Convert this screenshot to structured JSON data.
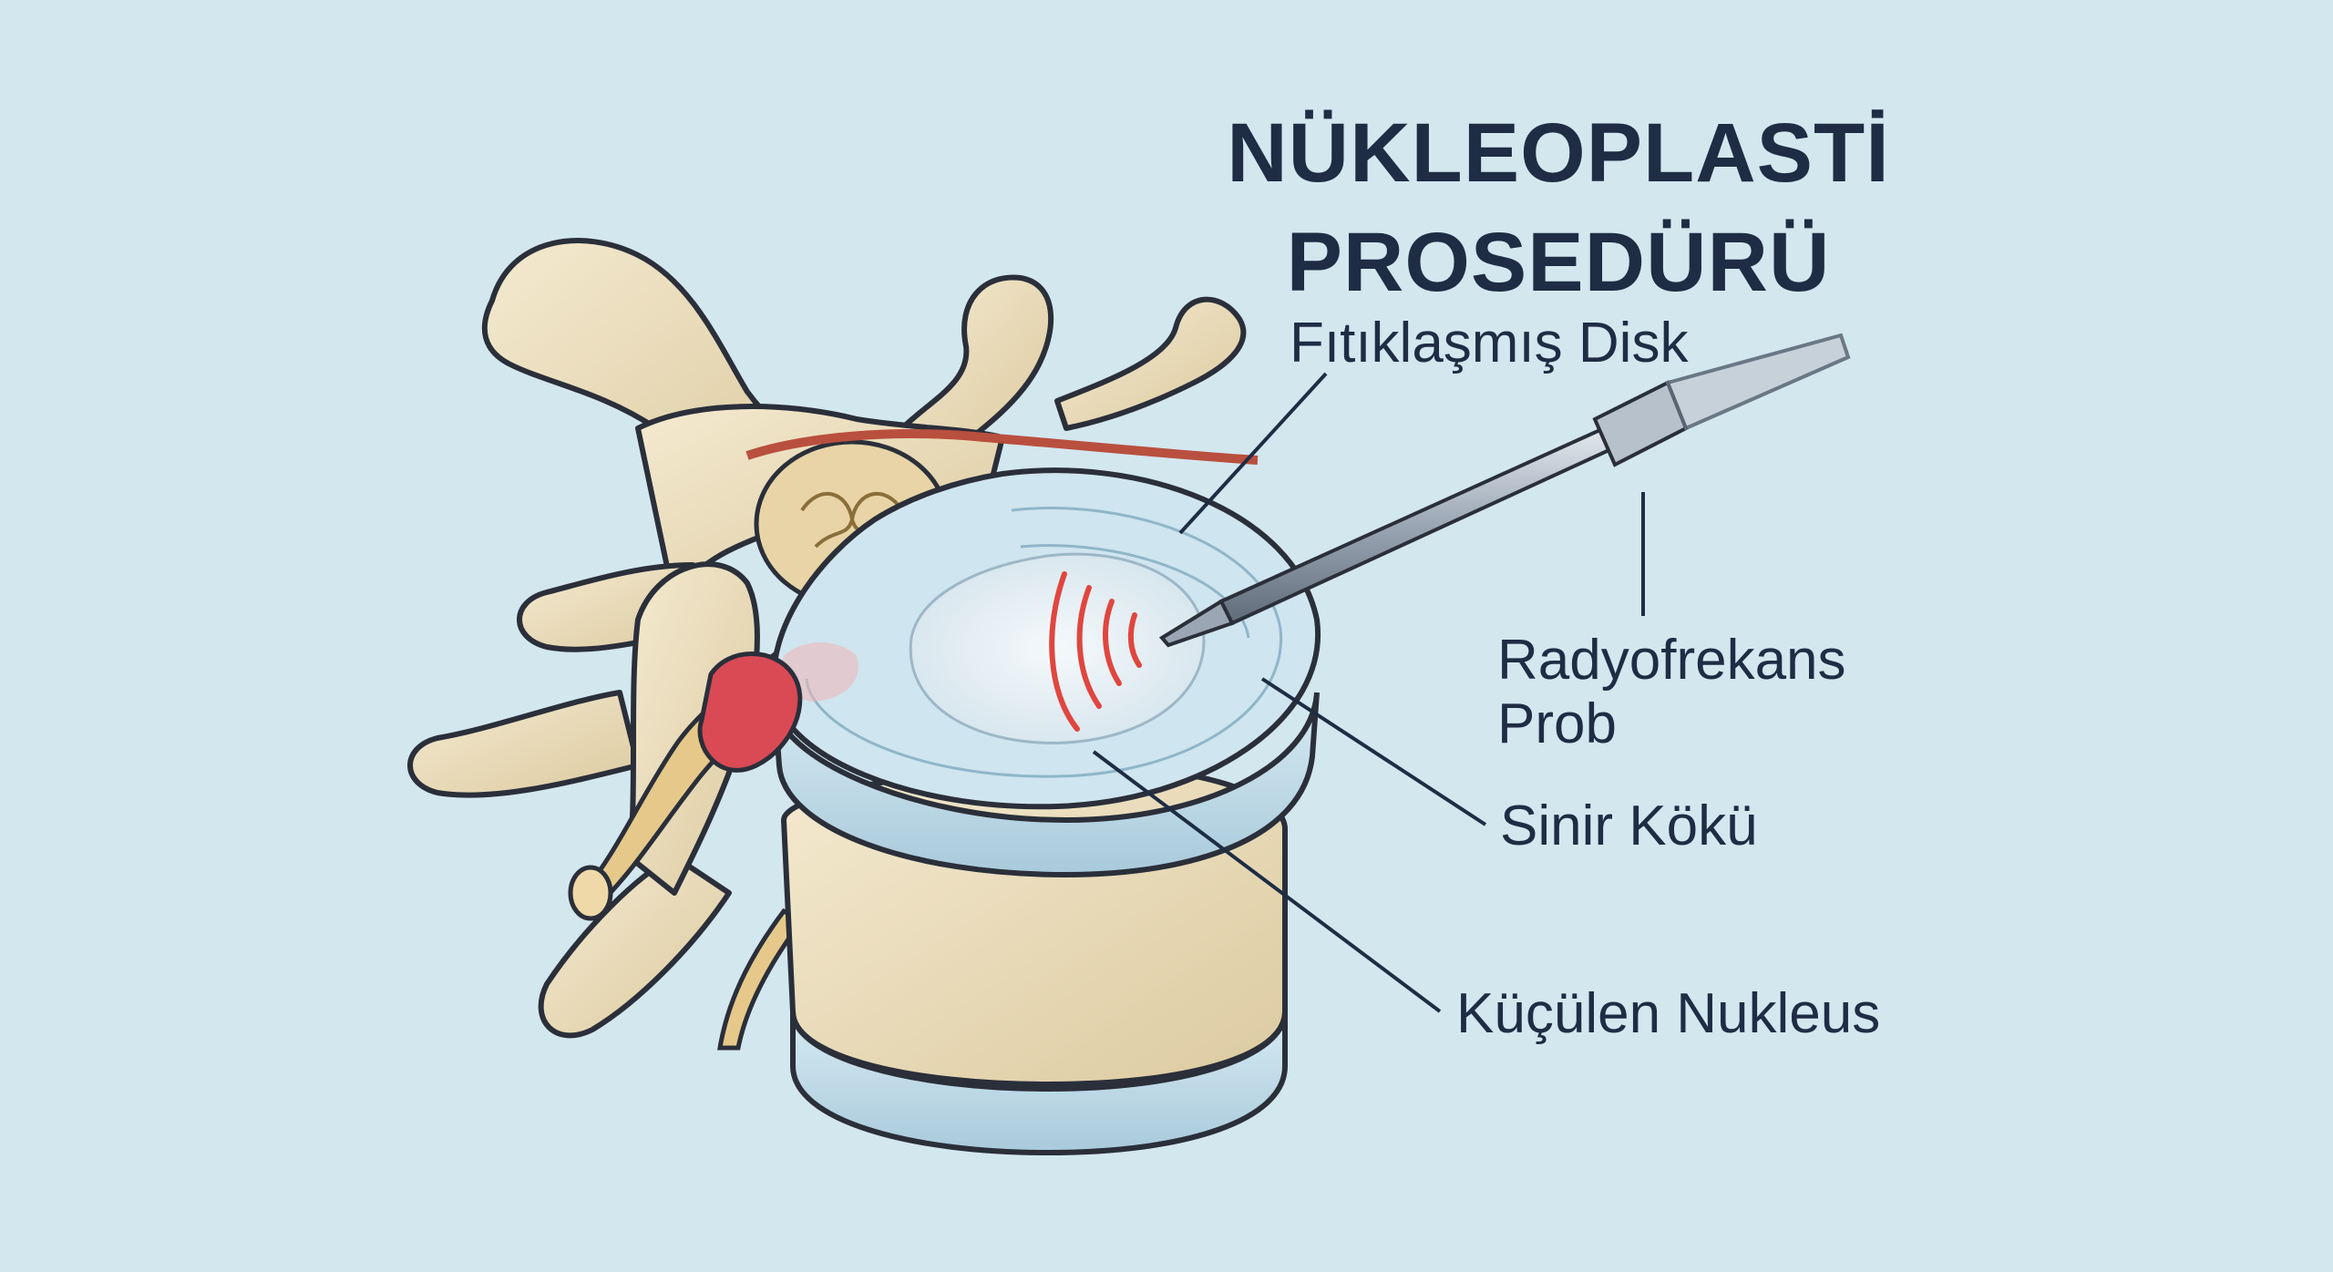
{
  "title": {
    "line1": "NÜKLEOPLASTİ",
    "line2": "PROSEDÜRÜ"
  },
  "labels": {
    "herniated_disc": "Fıtıklaşmış Disk",
    "rf_probe": "Radyofrekans Prob",
    "nerve_root": "Sinir Kökü",
    "shrinking_nucleus": "Küçülen Nukleus"
  },
  "colors": {
    "background": "#d3e7ef",
    "text": "#1e2d44",
    "bone": "#ede0bd",
    "disc": "#bfdbe8",
    "nerve": "#e6c98a",
    "herniation": "#d94a55",
    "rf_waves": "#e0463f",
    "probe": "#9aa6b4"
  }
}
